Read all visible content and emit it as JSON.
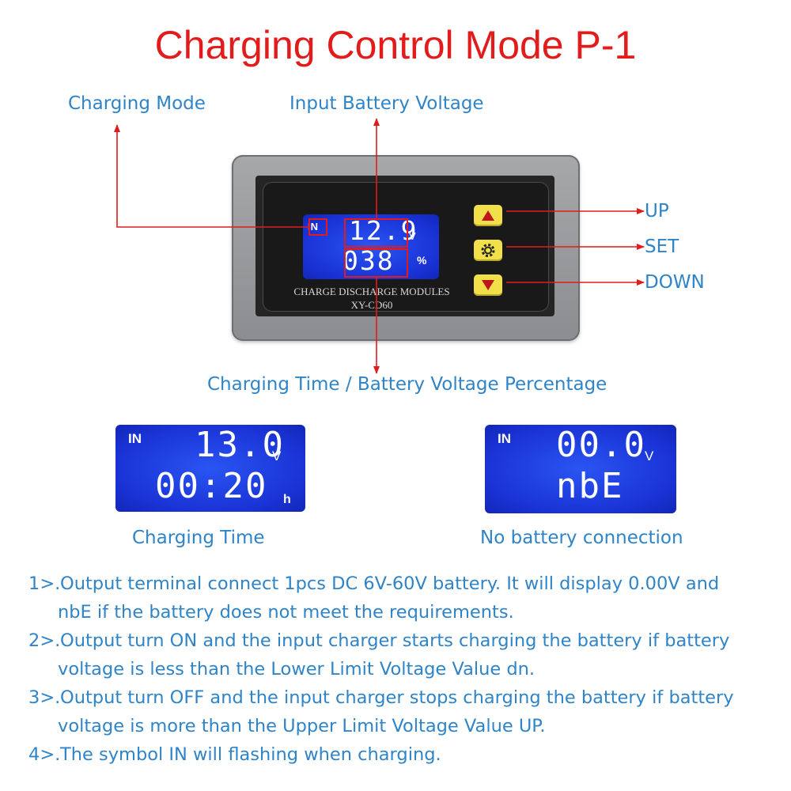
{
  "title": "Charging Control Mode P-1",
  "callouts": {
    "charging_mode": "Charging Mode",
    "input_battery_voltage": "Input Battery Voltage",
    "up": "UP",
    "set": "SET",
    "down": "DOWN",
    "time_percentage": "Charging Time / Battery Voltage Percentage"
  },
  "device": {
    "mode_symbol": "IN",
    "voltage": "12.9",
    "voltage_unit": "V",
    "percentage": "038",
    "percentage_unit": "%",
    "brand_line1": "CHARGE DISCHARGE MODULES",
    "brand_line2": "XY-CD60",
    "buttons": [
      "up-arrow-icon",
      "gear-icon",
      "down-arrow-icon"
    ]
  },
  "examples": [
    {
      "mode_symbol": "IN",
      "line1": "13.0",
      "line1_unit": "V",
      "line2": "00:20",
      "line2_unit": "h",
      "caption": "Charging Time"
    },
    {
      "mode_symbol": "IN",
      "line1": "00.0",
      "line1_unit": "V",
      "line2": "nbE",
      "line2_unit": "",
      "caption": "No battery connection"
    }
  ],
  "notes": [
    {
      "num": "1>.",
      "line1": "Output terminal connect 1pcs DC 6V-60V battery. It will display 0.00V and",
      "line2": "nbE if the battery does not meet the requirements."
    },
    {
      "num": "2>.",
      "line1": "Output turn ON and the input charger starts charging the battery if battery",
      "line2": "voltage is less than the Lower Limit Voltage Value dn."
    },
    {
      "num": "3>.",
      "line1": "Output turn OFF and the input charger stops charging the battery if battery",
      "line2": "voltage is more than the Upper Limit Voltage Value UP."
    },
    {
      "num": "4>.",
      "line1": "The symbol IN will flashing when charging.",
      "line2": ""
    }
  ],
  "colors": {
    "title": "#e21b1b",
    "callout_text": "#2f84c8",
    "arrows": "#e21b1b",
    "lcd": "#1a33d6",
    "keys": "#f1e04a"
  }
}
